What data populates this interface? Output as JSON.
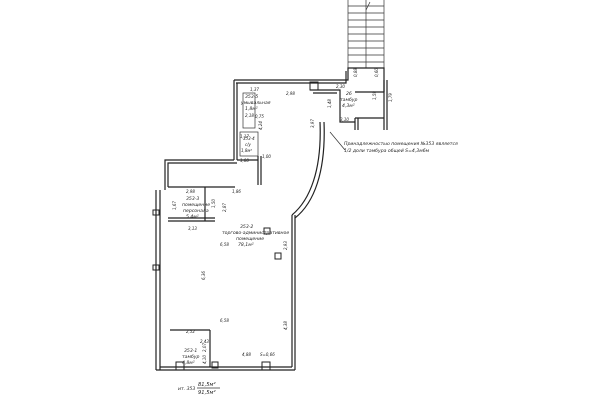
{
  "rooms": {
    "r1_id": "353-1",
    "r1_name": "тамбур",
    "r1_area": "4,8м²",
    "r2_id": "353-2",
    "r2_name": "торгово-административное",
    "r2_name2": "помещение",
    "r2_area": "78,1м²",
    "r3_id": "353-3",
    "r3_name": "помещение",
    "r3_name2": "персонала",
    "r3_area": "5,4м²",
    "r4_id": "353-4",
    "r4_name": "с/у",
    "r4_area": "1,8м²",
    "r5_id": "353-5",
    "r5_name": "умывальная",
    "r5_area": "1,8м²",
    "r6_id": "26",
    "r6_name": "тамбур",
    "r6_area": "4,3м²"
  },
  "dimensions": {
    "d_298_top": "2,98",
    "d_137": "1,37",
    "d_218": "2,18",
    "d_424": "4,24",
    "d_075": "0,75",
    "d_100a": "1,00",
    "d_100b": "1,00",
    "d_117": "1,17",
    "d_186": "1,86",
    "d_298_mid": "2,98",
    "d_167": "1,67",
    "d_150": "1,50",
    "d_287": "2,87",
    "d_313": "3,13",
    "d_658_a": "6,58",
    "d_636": "6,36",
    "d_658_b": "6,58",
    "d_293": "2,93",
    "d_438": "4,38",
    "d_252": "2,52",
    "d_243": "2,43",
    "d_207": "2,07",
    "d_410": "4,10",
    "d_488": "4,88",
    "d_s": "S=0,66",
    "d_230": "2,30",
    "d_148": "1,48",
    "d_397": "3,97",
    "d_310": "3,10",
    "d_159": "1,59",
    "d_179": "1,79",
    "d_088": "0,88",
    "d_060": "0,60"
  },
  "note": {
    "line1": "Принадлежностью помещения №353 является",
    "line2": "1/2 доли тамбура общей S=4,3м6м"
  },
  "totals": {
    "total1": "81,5м²",
    "total2": "91,5м²",
    "label": "ит. 353"
  }
}
